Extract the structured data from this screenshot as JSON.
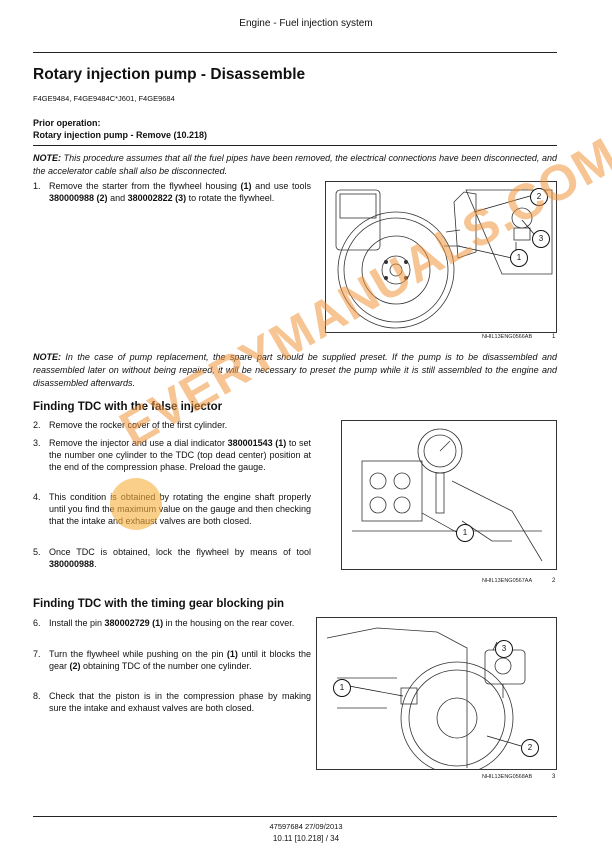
{
  "header": "Engine - Fuel injection system",
  "title": "Rotary injection pump - Disassemble",
  "models": "F4GE9484, F4GE9484C*J601, F4GE9684",
  "prior_label": "Prior operation:",
  "prior_text": "Rotary injection pump - Remove (10.218)",
  "note1": {
    "label": "NOTE:",
    "text": " This procedure assumes that all the fuel pipes have been removed, the electrical connections have been disconnected, and the accelerator cable shall also be disconnected."
  },
  "step1": {
    "num": "1.",
    "t1": "Remove the starter from the flywheel housing ",
    "b1": "(1)",
    "t2": " and use tools ",
    "b2": "380000988 (2)",
    "t3": " and ",
    "b3": "380002822 (3)",
    "t4": " to rotate the flywheel."
  },
  "fig1": {
    "ref": "NHIL13ENG0566AB",
    "num": "1",
    "callouts": [
      "2",
      "3",
      "1"
    ]
  },
  "note2": {
    "label": "NOTE:",
    "text": " In the case of pump replacement, the spare part should be supplied preset. If the pump is to be disassembled and reassembled later on without being repaired, it will be necessary to preset the pump while it is still assembled to the engine and disassembled afterwards."
  },
  "section1": "Finding TDC with the false injector",
  "step2": {
    "num": "2.",
    "text": "Remove the rocker cover of the first cylinder."
  },
  "step3": {
    "num": "3.",
    "t1": "Remove the injector and use a dial indicator ",
    "b1": "380001543 (1)",
    "t2": " to set the number one cylinder to the TDC (top dead center) position at the end of the compression phase. Preload the gauge."
  },
  "step4": {
    "num": "4.",
    "text": "This condition is obtained by rotating the engine shaft properly until you find the maximum value on the gauge and then checking that the intake and exhaust valves are both closed."
  },
  "step5": {
    "num": "5.",
    "t1": "Once TDC is obtained, lock the flywheel by means of tool ",
    "b1": "380000988",
    "t2": "."
  },
  "fig2": {
    "ref": "NHIL13ENG0567AA",
    "num": "2",
    "callouts": [
      "1"
    ]
  },
  "section2": "Finding TDC with the timing gear blocking pin",
  "step6": {
    "num": "6.",
    "t1": "Install the pin ",
    "b1": "380002729 (1)",
    "t2": " in the housing on the rear cover."
  },
  "step7": {
    "num": "7.",
    "t1": "Turn the flywheel while pushing on the pin ",
    "b1": "(1)",
    "t2": " until it blocks the gear ",
    "b2": "(2)",
    "t3": " obtaining TDC of the number one cylinder."
  },
  "step8": {
    "num": "8.",
    "text": "Check that the piston is in the compression phase by making sure the intake and exhaust valves are both closed."
  },
  "fig3": {
    "ref": "NHIL13ENG0568AB",
    "num": "3",
    "callouts": [
      "3",
      "1",
      "2"
    ]
  },
  "footer_doc": "47597684 27/09/2013",
  "footer_page": "10.11 [10.218] / 34",
  "watermark": "EVERYMANUALS.COM",
  "colors": {
    "watermark": "#f0963c",
    "text": "#111111"
  }
}
